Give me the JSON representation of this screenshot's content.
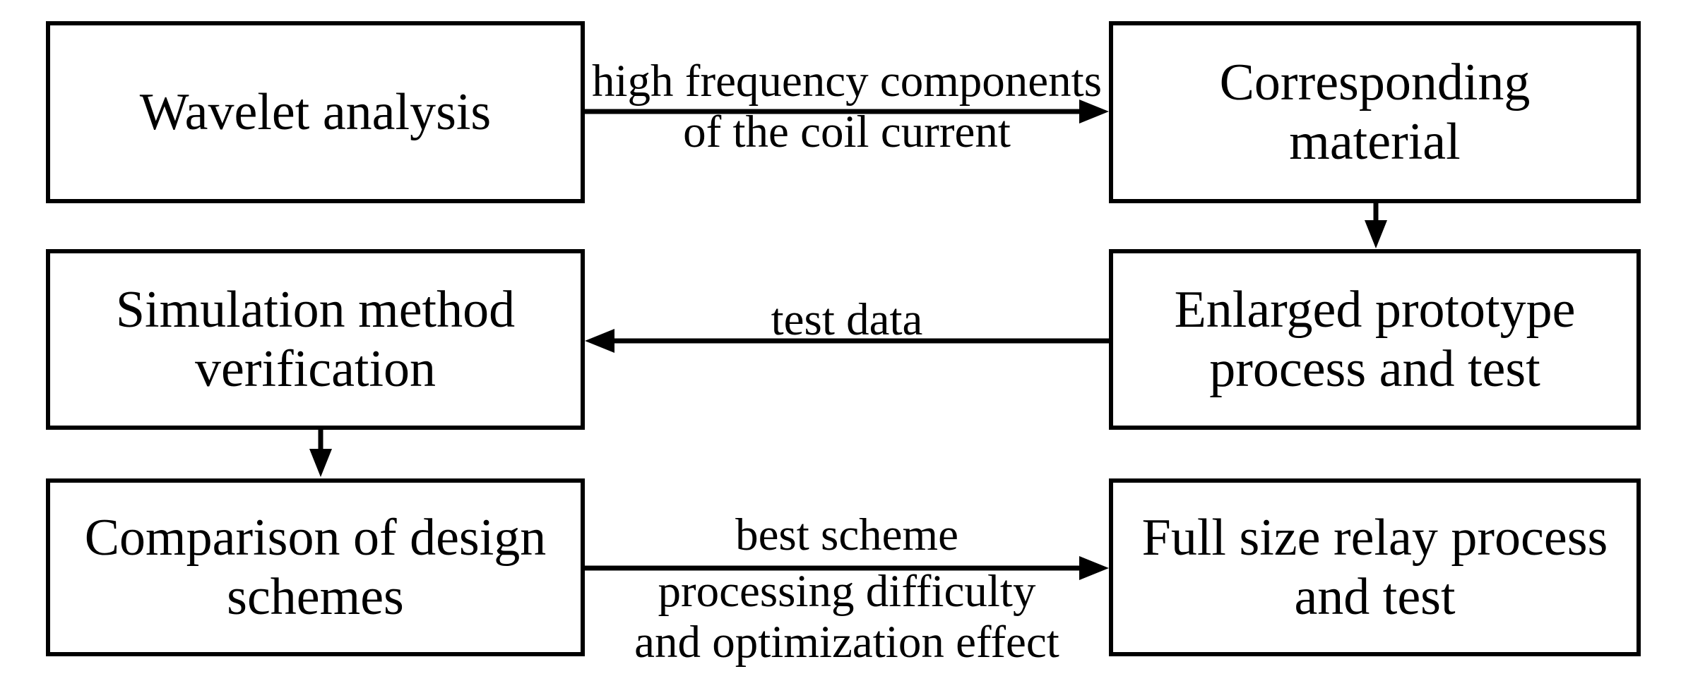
{
  "colors": {
    "background": "#ffffff",
    "stroke": "#000000",
    "text": "#000000"
  },
  "boxes": [
    {
      "id": "wavelet-analysis",
      "lines": [
        "Wavelet analysis"
      ]
    },
    {
      "id": "corresponding-material",
      "lines": [
        "Corresponding",
        "material"
      ]
    },
    {
      "id": "simulation-method-verification",
      "lines": [
        "Simulation method",
        "verification"
      ]
    },
    {
      "id": "enlarged-prototype-process-and-test",
      "lines": [
        "Enlarged prototype",
        "process and test"
      ]
    },
    {
      "id": "comparison-of-design-schemes",
      "lines": [
        "Comparison of design",
        "schemes"
      ]
    },
    {
      "id": "full-size-relay-process-and-test",
      "lines": [
        "Full size relay process",
        "and test"
      ]
    }
  ],
  "arrow_labels": {
    "wavelet_to_material": {
      "above": "high frequency components",
      "below": "of the coil current"
    },
    "prototype_to_simulation": {
      "above": "test data"
    },
    "comparison_to_fullsize": {
      "above": "best scheme",
      "below_line1": "processing difficulty",
      "below_line2": "and optimization effect"
    }
  }
}
